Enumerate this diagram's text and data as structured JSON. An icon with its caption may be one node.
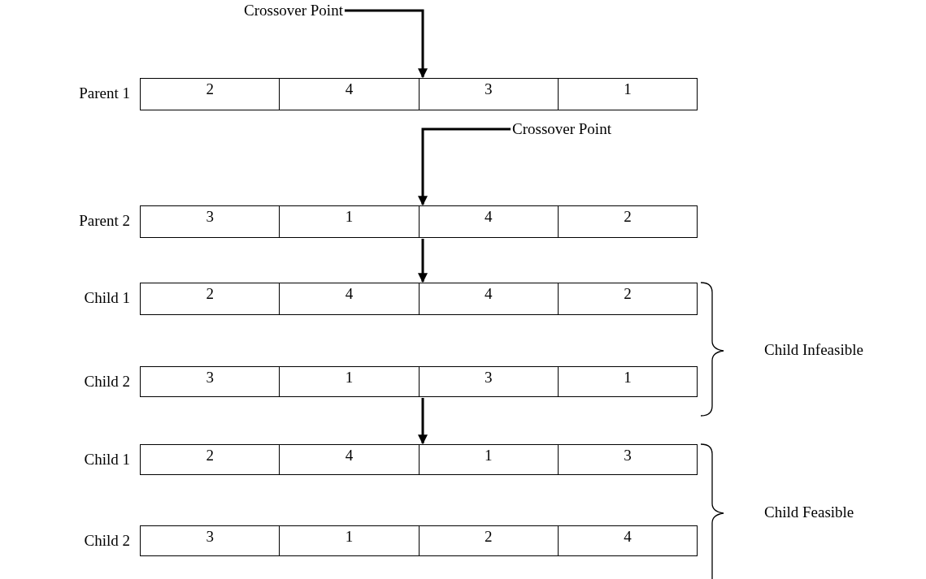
{
  "diagram": {
    "nodes": [
      {
        "text": [
          "Crossover Point"
        ]
      },
      {
        "text": [
          "2",
          "4",
          "3",
          "1"
        ],
        "beside": [
          "Parent 1"
        ]
      },
      {
        "text": [
          "Crossover Point"
        ]
      },
      {
        "text": [
          "3",
          "1",
          "4",
          "2"
        ],
        "beside": [
          "Parent 2"
        ]
      },
      {
        "text": [
          "2",
          "4",
          "4",
          "2"
        ],
        "beside": [
          "Child 1"
        ]
      },
      {
        "text": [
          "3",
          "1",
          "3",
          "1"
        ],
        "beside": [
          "Child 2"
        ]
      },
      {
        "text": [
          "2",
          "4",
          "1",
          "3"
        ],
        "beside": [
          "Child 1"
        ]
      },
      {
        "text": [
          "3",
          "1",
          "2",
          "4"
        ],
        "beside": [
          "Child 2"
        ]
      }
    ],
    "edges": [
      {
        "from": 0,
        "to": 1,
        "arrow": "to"
      },
      {
        "from": 2,
        "to": 3,
        "arrow": "to"
      },
      {
        "from": 3,
        "to": 4,
        "arrow": "to"
      },
      {
        "from": 5,
        "to": 6,
        "arrow": "to"
      }
    ],
    "labels": [
      "Child Infeasible",
      "Child Feasible"
    ]
  }
}
